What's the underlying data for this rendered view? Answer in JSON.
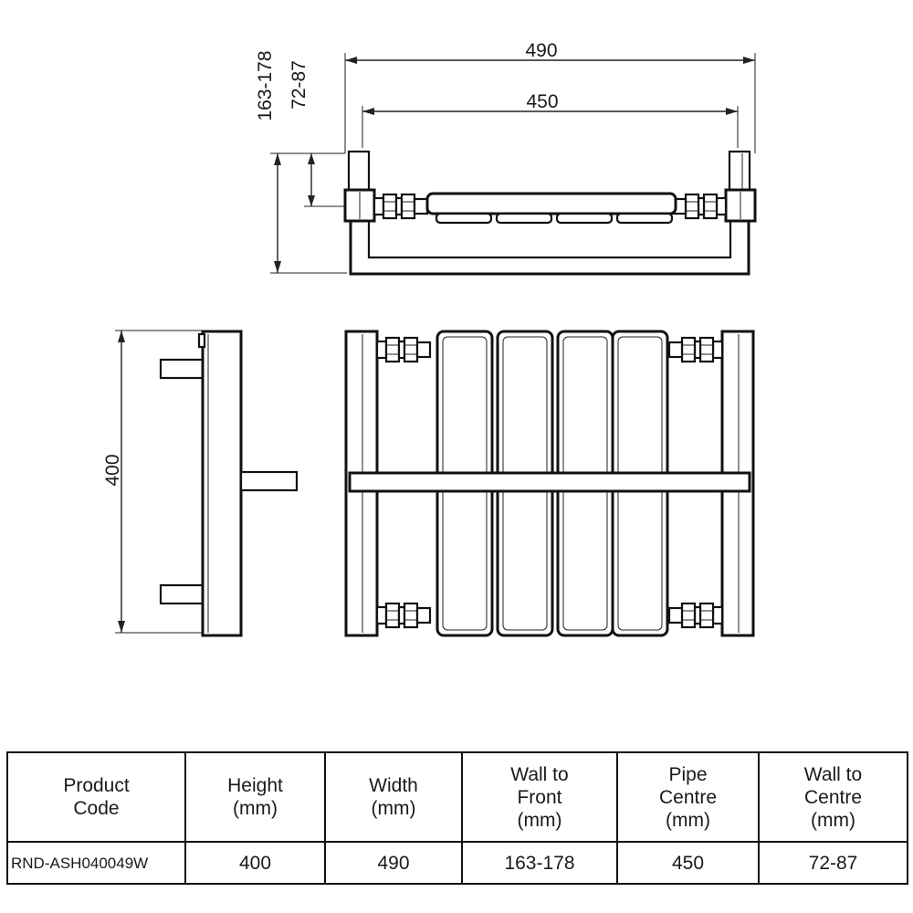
{
  "drawing": {
    "dimensions": {
      "overall_width": "490",
      "pipe_centre": "450",
      "wall_to_front": "163-178",
      "wall_to_centre": "72-87",
      "height": "400"
    }
  },
  "table": {
    "headers": [
      [
        "Product",
        "Code"
      ],
      [
        "Height",
        "(mm)"
      ],
      [
        "Width",
        "(mm)"
      ],
      [
        "Wall to",
        "Front",
        "(mm)"
      ],
      [
        "Pipe",
        "Centre",
        "(mm)"
      ],
      [
        "Wall to",
        "Centre",
        "(mm)"
      ]
    ],
    "rows": [
      [
        "RND-ASH040049W",
        "400",
        "490",
        "163-178",
        "450",
        "72-87"
      ]
    ]
  }
}
